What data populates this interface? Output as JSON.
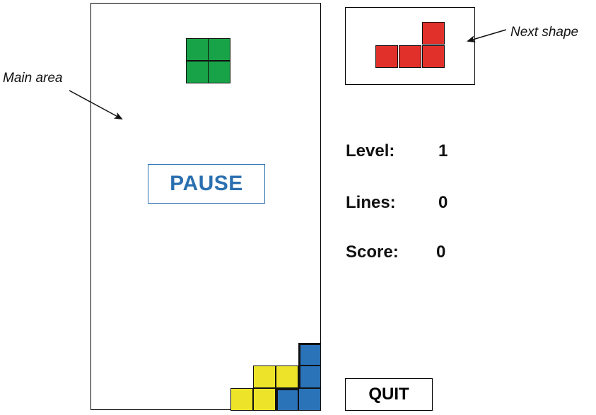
{
  "annotations": {
    "main_area": "Main area",
    "next_shape": "Next shape"
  },
  "pause_button": {
    "label": "PAUSE"
  },
  "quit_button": {
    "label": "QUIT"
  },
  "stats": {
    "level_label": "Level:",
    "level_value": "1",
    "lines_label": "Lines:",
    "lines_value": "0",
    "score_label": "Score:",
    "score_value": "0"
  },
  "colors": {
    "green": "#19a349",
    "yellow": "#ede42a",
    "blue": "#2a73b8",
    "red": "#e1302a",
    "accent": "#2a6fb0"
  },
  "pieces": {
    "falling": {
      "shape": "O",
      "color": "green"
    },
    "next": {
      "shape": "L",
      "color": "red"
    },
    "stacked": [
      {
        "shape": "S",
        "color": "yellow"
      },
      {
        "shape": "J",
        "color": "blue"
      }
    ]
  }
}
